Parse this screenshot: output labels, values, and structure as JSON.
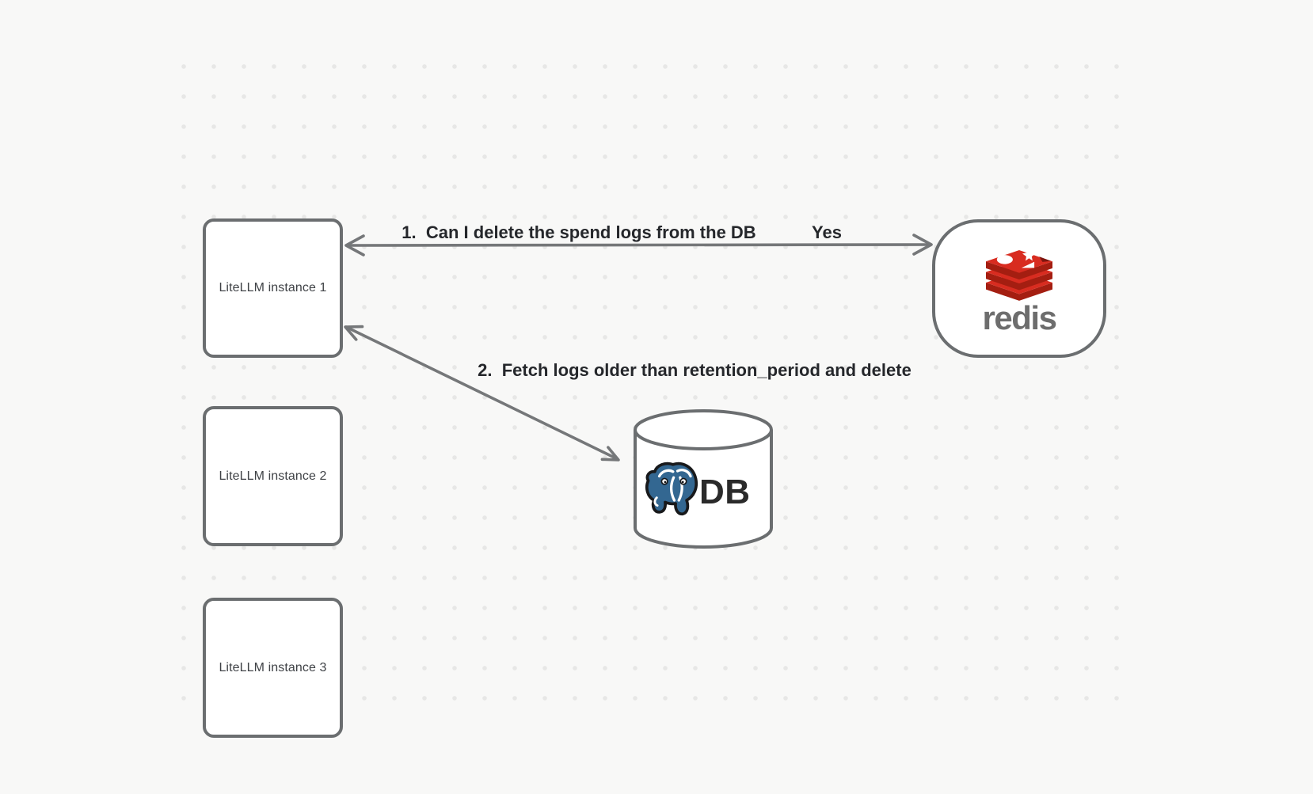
{
  "diagram": {
    "instances": [
      {
        "label": "LiteLLM instance 1"
      },
      {
        "label": "LiteLLM instance 2"
      },
      {
        "label": "LiteLLM instance 3"
      }
    ],
    "redis": {
      "wordmark": "redis"
    },
    "database": {
      "label": "DB"
    },
    "messages": {
      "step1": "1.  Can I delete the spend logs from the DB",
      "step1_response": "Yes",
      "step2": "2.  Fetch logs older than retention_period and delete"
    },
    "colors": {
      "background": "#f8f8f7",
      "grid_dots": "#e7e7e6",
      "node_border": "#6b6e70",
      "arrow": "#757779",
      "label_text": "#25272b",
      "node_text": "#3f4246",
      "redis_red": "#d82c20",
      "redis_dark_red": "#a41e11",
      "redis_wordmark": "#6d6d6d",
      "postgres_blue": "#336791",
      "db_text": "#2a2a2a"
    }
  }
}
